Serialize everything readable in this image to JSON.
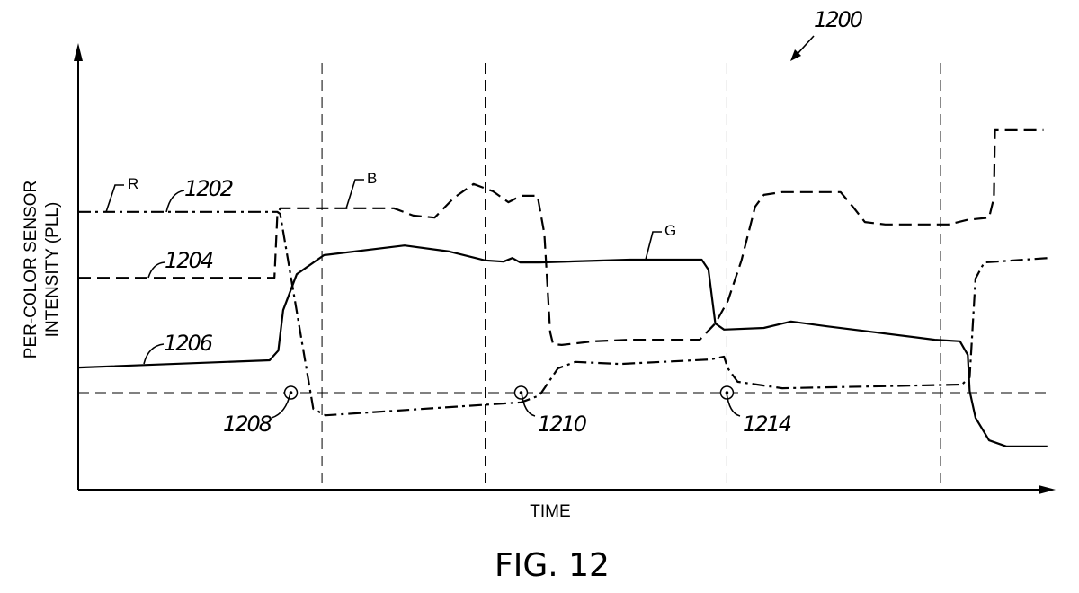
{
  "figure": {
    "number_label": "FIG. 12",
    "ref": "1200"
  },
  "chart_data": {
    "type": "line",
    "title": "",
    "xlabel": "TIME",
    "ylabel_line1": "PER-COLOR SENSOR",
    "ylabel_line2": "INTENSITY (PLL)",
    "xlim": [
      0,
      100
    ],
    "ylim": [
      0,
      100
    ],
    "units": "arbitrary",
    "grid": false,
    "vertical_reference_times": [
      25.1,
      41.9,
      66.8,
      88.8
    ],
    "threshold_level": 24,
    "series": [
      {
        "name": "R",
        "ref": "1202",
        "style": "dash-dot",
        "points": [
          [
            0,
            68.7
          ],
          [
            20.5,
            68.7
          ],
          [
            20.8,
            68.2
          ],
          [
            24.2,
            20
          ],
          [
            25.5,
            18.4
          ],
          [
            45.6,
            21.6
          ],
          [
            47.5,
            23.3
          ],
          [
            49.4,
            30
          ],
          [
            51.2,
            31.6
          ],
          [
            55.8,
            31.1
          ],
          [
            65.1,
            32.2
          ],
          [
            66.5,
            32.9
          ],
          [
            66.9,
            30
          ],
          [
            67.9,
            26.7
          ],
          [
            72.5,
            25.1
          ],
          [
            91,
            26
          ],
          [
            91.8,
            27.8
          ],
          [
            92.4,
            52.2
          ],
          [
            93.3,
            56.2
          ],
          [
            99.8,
            57.3
          ]
        ]
      },
      {
        "name": "B",
        "ref": "1204",
        "style": "dashed",
        "points": [
          [
            0,
            52.4
          ],
          [
            20.2,
            52.4
          ],
          [
            20.5,
            67.8
          ],
          [
            20.8,
            69.6
          ],
          [
            32.5,
            69.6
          ],
          [
            34.5,
            67.8
          ],
          [
            36.7,
            67.3
          ],
          [
            38.7,
            72.2
          ],
          [
            40.7,
            75.6
          ],
          [
            42.7,
            73.8
          ],
          [
            44.3,
            71.1
          ],
          [
            45.6,
            72.7
          ],
          [
            47.3,
            72.7
          ],
          [
            48.0,
            63.3
          ],
          [
            48.6,
            38.9
          ],
          [
            48.9,
            36
          ],
          [
            49.8,
            35.8
          ],
          [
            53.1,
            36.7
          ],
          [
            56.8,
            37.1
          ],
          [
            64.0,
            37.1
          ],
          [
            65.6,
            41.1
          ],
          [
            66.9,
            46.7
          ],
          [
            68.3,
            56.7
          ],
          [
            69.7,
            70
          ],
          [
            70.6,
            72.9
          ],
          [
            72.5,
            73.6
          ],
          [
            78.5,
            73.6
          ],
          [
            79.9,
            69.6
          ],
          [
            81.0,
            66.2
          ],
          [
            83.1,
            65.6
          ],
          [
            89.6,
            65.6
          ],
          [
            91.5,
            66.7
          ],
          [
            93.8,
            67.3
          ],
          [
            94.3,
            72.2
          ],
          [
            94.4,
            88.9
          ],
          [
            99.4,
            88.9
          ]
        ]
      },
      {
        "name": "G",
        "ref": "1206",
        "style": "solid",
        "points": [
          [
            0,
            30.2
          ],
          [
            19.7,
            32
          ],
          [
            20.6,
            34.4
          ],
          [
            21.1,
            44.4
          ],
          [
            22.5,
            53.3
          ],
          [
            25.3,
            58
          ],
          [
            33.6,
            60.4
          ],
          [
            38.2,
            58.9
          ],
          [
            41.9,
            56.7
          ],
          [
            43.8,
            56.4
          ],
          [
            44.7,
            57.3
          ],
          [
            45.5,
            56.2
          ],
          [
            47.5,
            56.2
          ],
          [
            56.8,
            56.9
          ],
          [
            64.2,
            56.9
          ],
          [
            64.9,
            54.4
          ],
          [
            65.6,
            41.1
          ],
          [
            66.5,
            39.6
          ],
          [
            70.6,
            40
          ],
          [
            73.4,
            41.6
          ],
          [
            77.1,
            40.4
          ],
          [
            88.2,
            37.1
          ],
          [
            90.8,
            36.7
          ],
          [
            91.6,
            33.3
          ],
          [
            91.8,
            24.4
          ],
          [
            92.4,
            17.8
          ],
          [
            93.8,
            12.2
          ],
          [
            95.6,
            10.7
          ],
          [
            99.8,
            10.7
          ]
        ]
      }
    ],
    "markers": [
      {
        "ref": "1208",
        "t": 21.9,
        "level": 24
      },
      {
        "ref": "1210",
        "t": 45.6,
        "level": 24
      },
      {
        "ref": "1214",
        "t": 66.8,
        "level": 24
      }
    ]
  }
}
